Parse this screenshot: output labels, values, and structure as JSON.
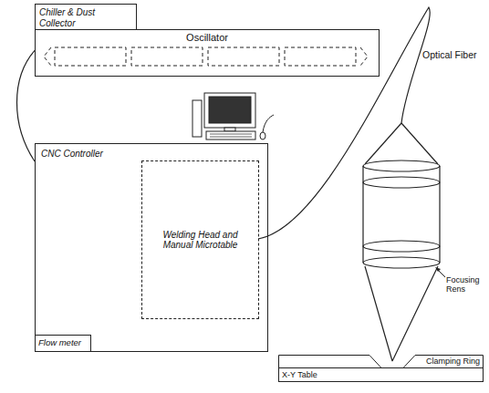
{
  "diagram": {
    "nodes": [
      {
        "text": [
          "Chiller & Dust Collector"
        ]
      },
      {
        "text": [
          "Oscillator"
        ]
      },
      {
        "text": [
          "CNC Controller"
        ]
      },
      {
        "text": [
          "Welding Head and Manual Microtable"
        ],
        "in": 2
      },
      {
        "text": [
          "Flow meter"
        ],
        "in": 2
      },
      {
        "text": [
          "Clamping Ring"
        ]
      },
      {
        "text": [
          "X-Y Table"
        ]
      }
    ],
    "edges": [
      {
        "from": 1,
        "to": 2,
        "arrow": "none"
      }
    ],
    "labels": [
      "Optical Fiber",
      "Focusing Rens"
    ]
  }
}
